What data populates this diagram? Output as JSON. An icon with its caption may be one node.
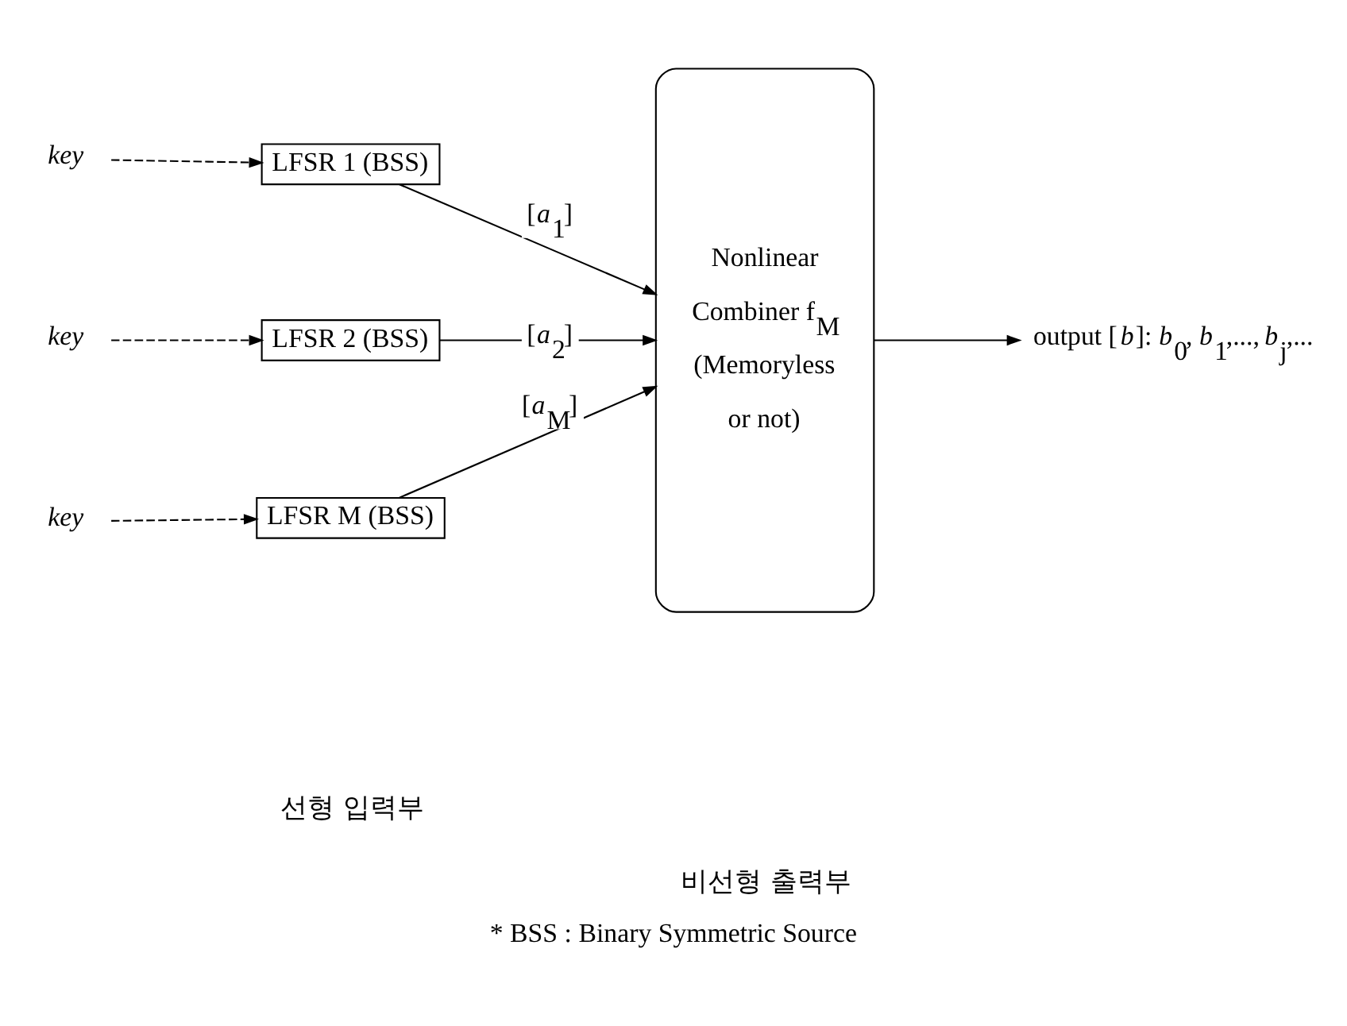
{
  "diagram": {
    "caption": "* BSS : Binary Symmetric Source",
    "nodes": [
      {
        "text": [
          "key"
        ]
      },
      {
        "text": [
          "LFSR 1 (BSS)"
        ]
      },
      {
        "text": [
          "key"
        ]
      },
      {
        "text": [
          "LFSR 2 (BSS)"
        ]
      },
      {
        "text": [
          "key"
        ]
      },
      {
        "text": [
          "LFSR M (BSS)"
        ]
      },
      {
        "text": [
          "Nonlinear Combiner f$_{M}$ (Memoryless or not)"
        ]
      },
      {
        "text": [
          "output [*b*]: *b*$_{0}$, *b*$_{1}$,..., *b*$_{j}$,..."
        ]
      }
    ],
    "edges": [
      {
        "from": 0,
        "to": 1,
        "arrow": "to",
        "style": "dashed"
      },
      {
        "from": 2,
        "to": 3,
        "arrow": "to",
        "style": "dashed"
      },
      {
        "from": 4,
        "to": 5,
        "arrow": "to",
        "style": "dashed"
      },
      {
        "from": 1,
        "to": 6,
        "arrow": "to",
        "label": "[*a*$_{1}$]"
      },
      {
        "from": 3,
        "to": 6,
        "arrow": "to",
        "label": "[*a*$_{2}$]"
      },
      {
        "from": 5,
        "to": 6,
        "arrow": "to",
        "label": "[*a*$_{M}$]"
      },
      {
        "from": 6,
        "to": 7,
        "arrow": "to"
      }
    ],
    "labels": [
      "선형 입력부",
      "비선형 출력부"
    ]
  }
}
